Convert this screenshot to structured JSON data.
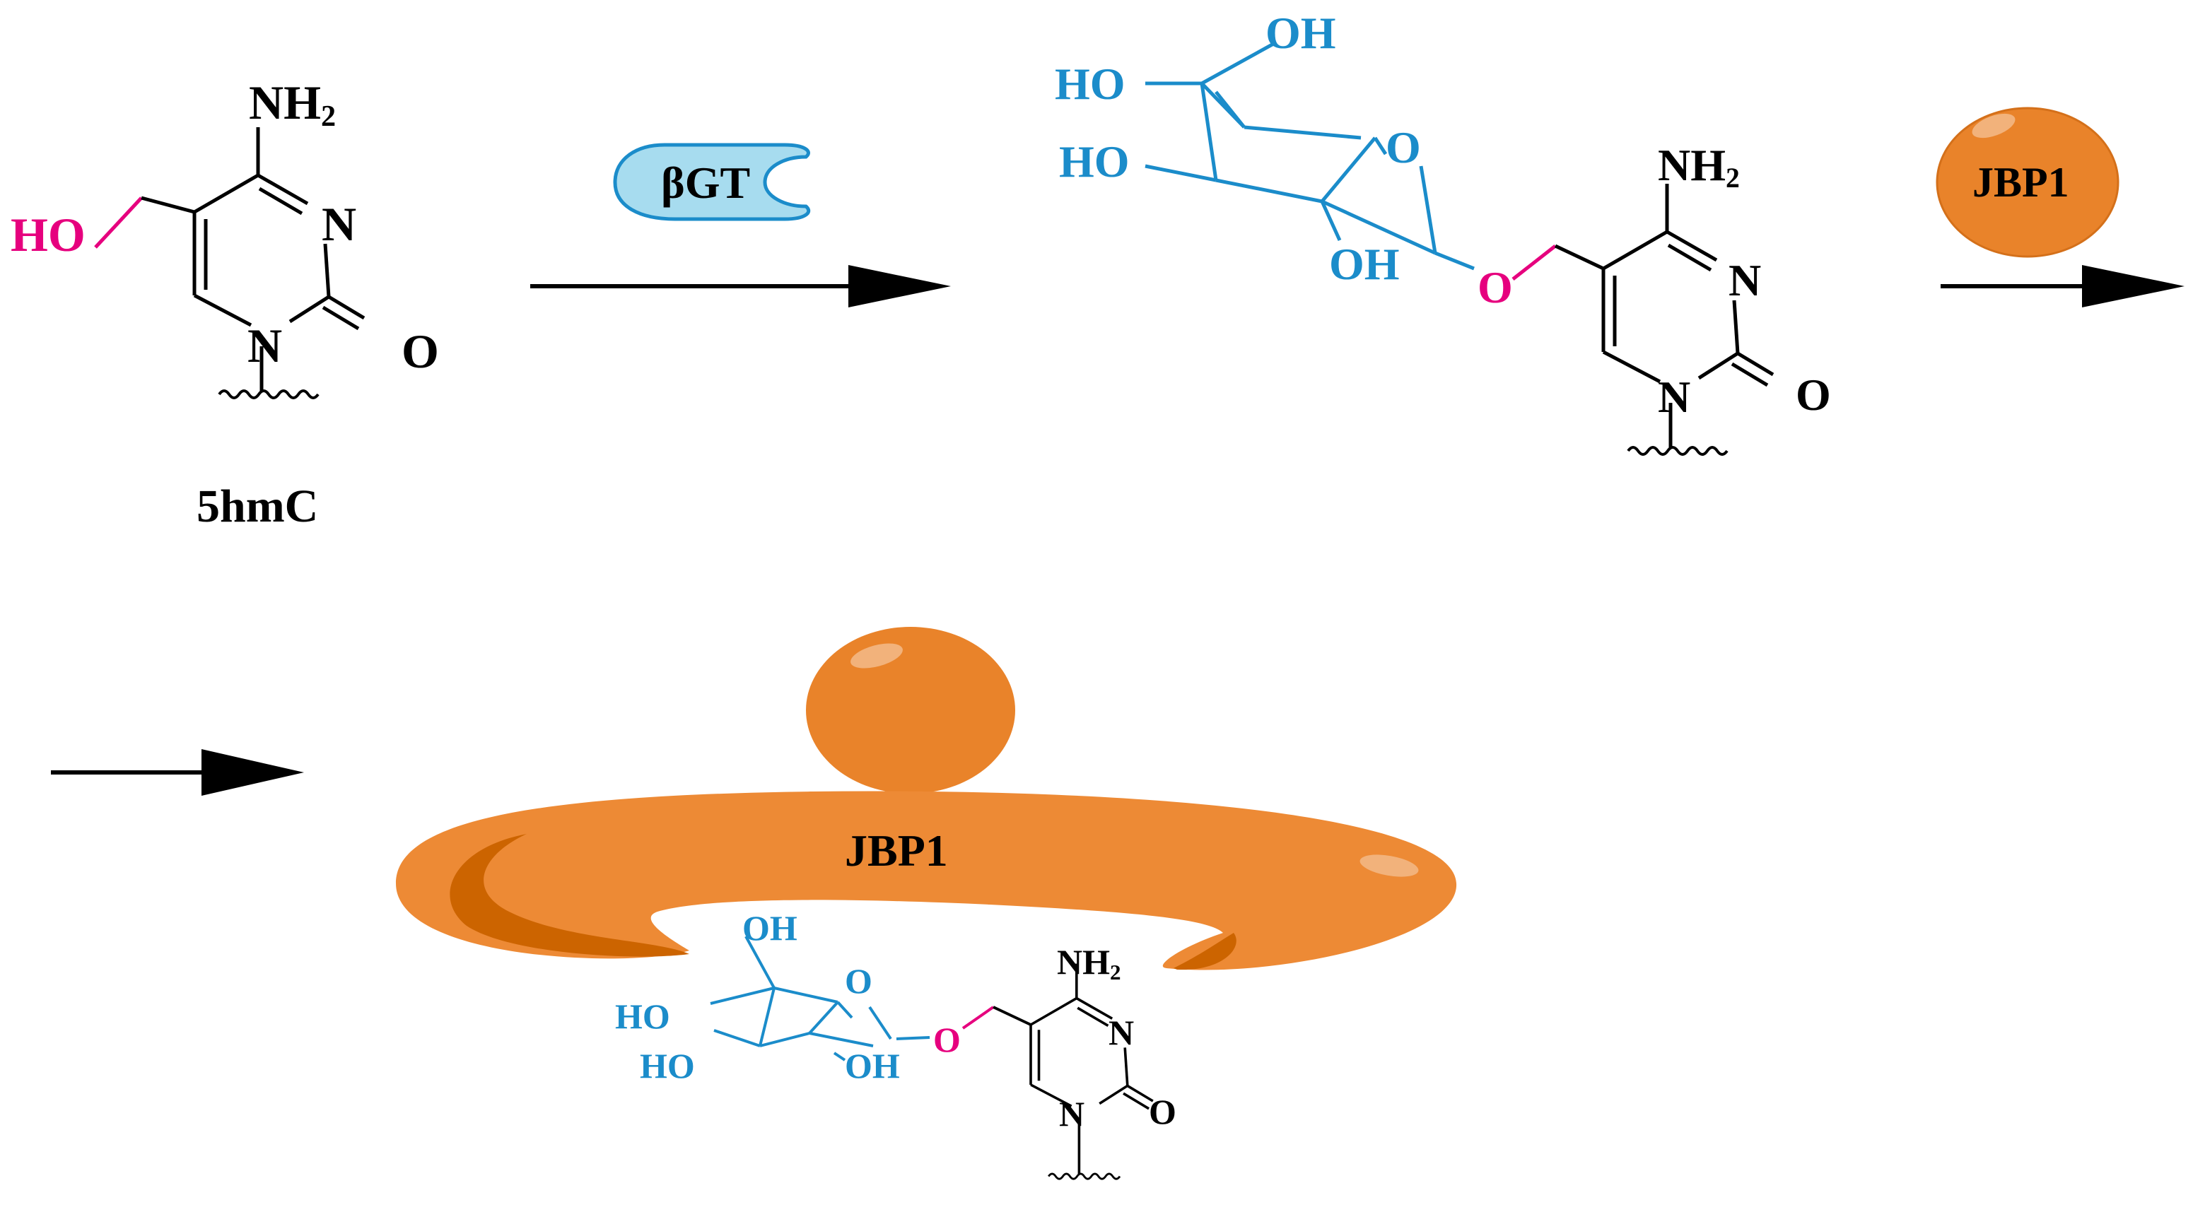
{
  "labels": {
    "start_compound": "5hmC",
    "enzyme_betagt": "βGT",
    "protein_jbp1": "JBP1",
    "protein_jbp1_bound": "JBP1"
  },
  "atoms": {
    "nh2_main": "NH",
    "nh2_sub": "2",
    "n": "N",
    "o": "O",
    "ho": "HO",
    "oh": "OH"
  },
  "colors": {
    "black": "#000000",
    "pink": "#e6007e",
    "blue": "#1b8cca",
    "betagt_fill": "#a7dcef",
    "orange": "#e9832a",
    "orange_dark": "#cc6400",
    "orange_light": "#f2b27b"
  }
}
